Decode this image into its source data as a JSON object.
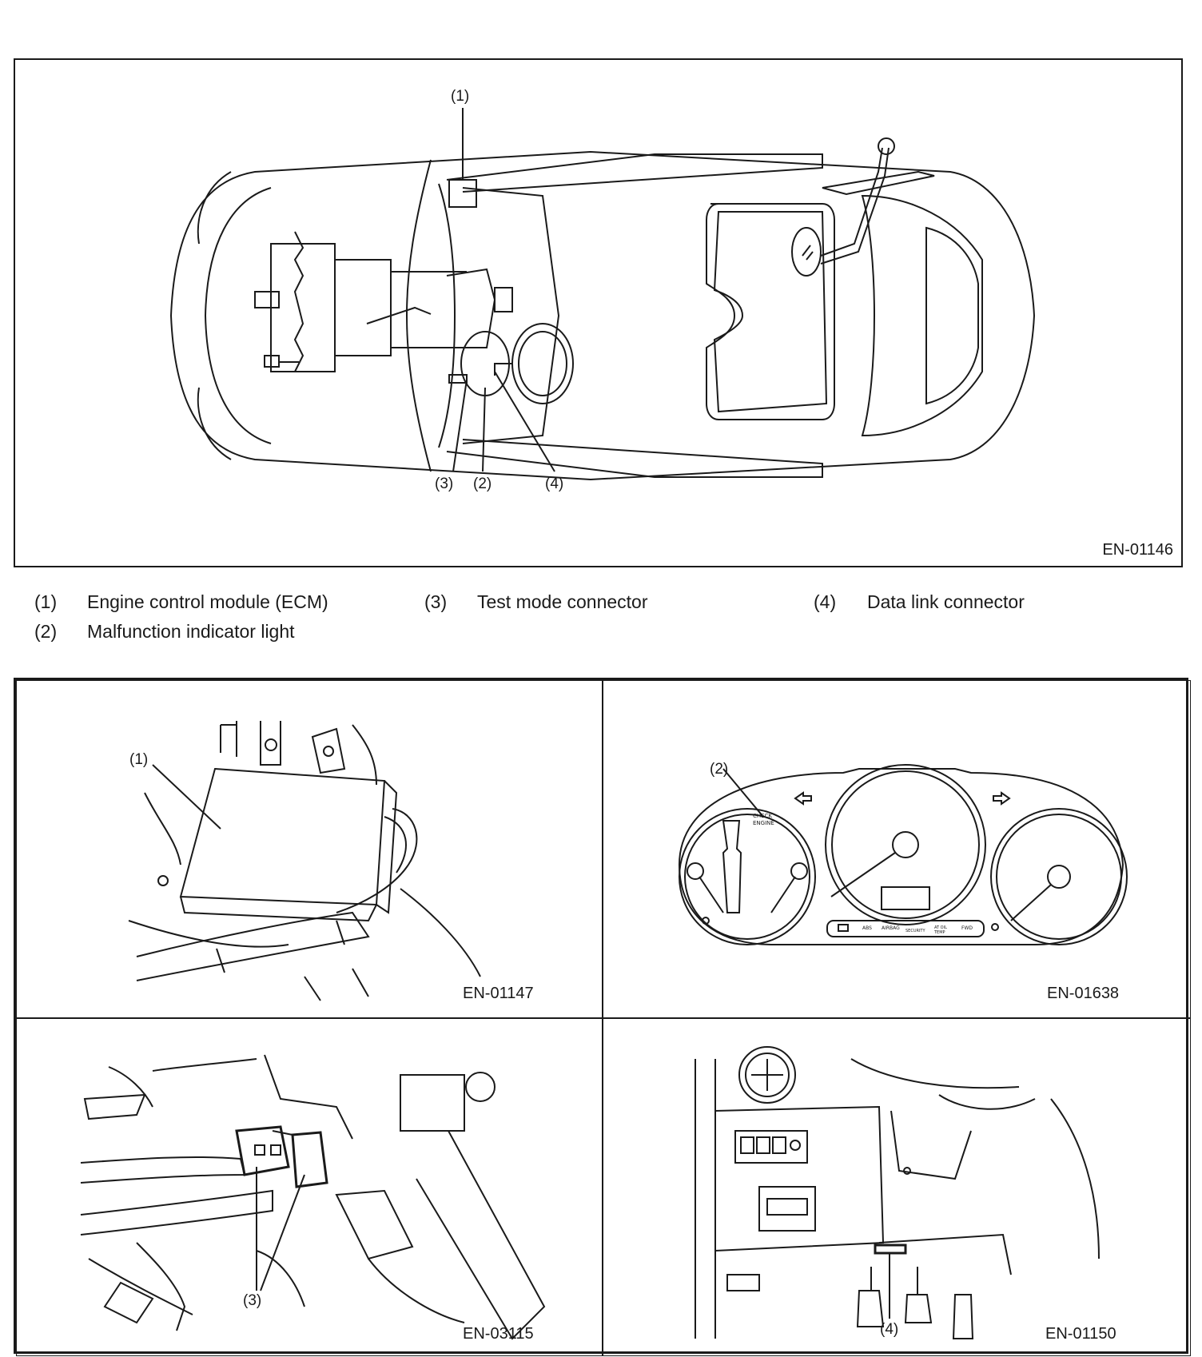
{
  "main_figure": {
    "code": "EN-01146",
    "callouts": {
      "c1": "(1)",
      "c2": "(2)",
      "c3": "(3)",
      "c4": "(4)"
    }
  },
  "legend": [
    {
      "num": "(1)",
      "text": "Engine control module (ECM)"
    },
    {
      "num": "(2)",
      "text": "Malfunction indicator light"
    },
    {
      "num": "(3)",
      "text": "Test mode connector"
    },
    {
      "num": "(4)",
      "text": "Data link connector"
    }
  ],
  "panels": {
    "ecm": {
      "code": "EN-01147",
      "callout": "(1)"
    },
    "cluster": {
      "code": "EN-01638",
      "callout": "(2)",
      "check_engine": [
        "CHECK",
        "ENGINE"
      ],
      "warning_labels": [
        "ABS",
        "AIRBAG",
        "SECURITY",
        "AT OIL TEMP",
        "FWD"
      ]
    },
    "test_mode": {
      "code": "EN-03115",
      "callout": "(3)"
    },
    "dlc": {
      "code": "EN-01150",
      "callout": "(4)"
    }
  }
}
